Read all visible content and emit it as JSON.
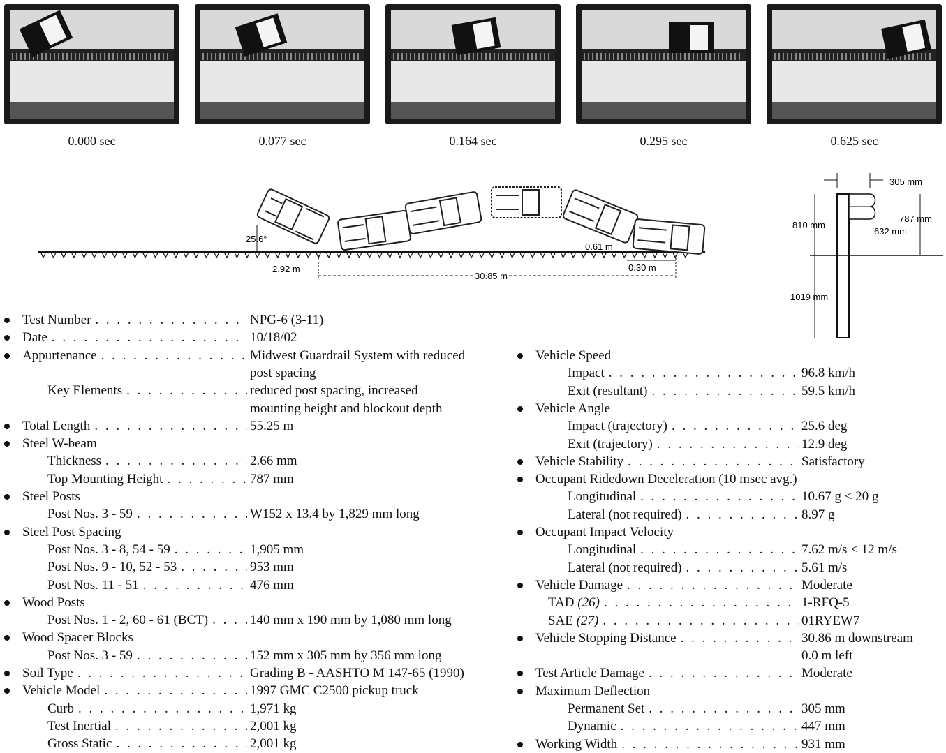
{
  "frames": [
    {
      "time": "0.000 sec",
      "angle": -25
    },
    {
      "time": "0.077 sec",
      "angle": -18
    },
    {
      "time": "0.164 sec",
      "angle": -10
    },
    {
      "time": "0.295 sec",
      "angle": 0
    },
    {
      "time": "0.625 sec",
      "angle": -12
    }
  ],
  "sequence": {
    "angle": "25.6°",
    "left_offset": "2.92 m",
    "length": "30.85 m",
    "lateral": "0.61 m",
    "exit_offset": "0.30 m"
  },
  "section": {
    "width": "305 mm",
    "height_total": "810 mm",
    "mount_height": "787 mm",
    "center_height": "632 mm",
    "embed": "1019 mm"
  },
  "left": [
    {
      "label": "Test Number",
      "value": "NPG-6 (3-11)",
      "bullet": true
    },
    {
      "label": "Date",
      "value": "10/18/02",
      "bullet": true
    },
    {
      "label": "Appurtenance",
      "value": "Midwest Guardrail System with reduced",
      "bullet": true
    },
    {
      "label": "",
      "value": "post spacing",
      "bullet": false
    },
    {
      "label": "Key Elements",
      "value": "reduced post spacing, increased",
      "bullet": false,
      "indent": true
    },
    {
      "label": "",
      "value": "mounting height and blockout depth",
      "bullet": false
    },
    {
      "label": "Total Length",
      "value": "55.25 m",
      "bullet": true
    },
    {
      "label": "Steel W-beam",
      "value": "",
      "bullet": true
    },
    {
      "label": "Thickness",
      "value": "2.66 mm",
      "bullet": false,
      "indent": true
    },
    {
      "label": "Top Mounting Height",
      "value": "787 mm",
      "bullet": false,
      "indent": true
    },
    {
      "label": "Steel Posts",
      "value": "",
      "bullet": true
    },
    {
      "label": "Post Nos. 3 - 59",
      "value": "W152 x 13.4 by 1,829 mm long",
      "bullet": false,
      "indent": true
    },
    {
      "label": "Steel Post Spacing",
      "value": "",
      "bullet": true
    },
    {
      "label": "Post Nos. 3 - 8, 54 - 59",
      "value": "1,905 mm",
      "bullet": false,
      "indent": true
    },
    {
      "label": "Post Nos. 9 - 10, 52 - 53",
      "value": "953 mm",
      "bullet": false,
      "indent": true
    },
    {
      "label": "Post Nos. 11 - 51",
      "value": "476 mm",
      "bullet": false,
      "indent": true
    },
    {
      "label": "Wood Posts",
      "value": "",
      "bullet": true
    },
    {
      "label": "Post Nos. 1 - 2, 60 - 61 (BCT)",
      "value": "140 mm x 190 mm by 1,080 mm long",
      "bullet": false,
      "indent": true
    },
    {
      "label": "Wood Spacer Blocks",
      "value": "",
      "bullet": true
    },
    {
      "label": "Post Nos. 3 - 59",
      "value": "152 mm x 305 mm by 356 mm long",
      "bullet": false,
      "indent": true
    },
    {
      "label": "Soil Type",
      "value": "Grading B - AASHTO M 147-65 (1990)",
      "bullet": true
    },
    {
      "label": "Vehicle Model",
      "value": "1997 GMC C2500 pickup truck",
      "bullet": true
    },
    {
      "label": "Curb",
      "value": "1,971 kg",
      "bullet": false,
      "indent": true
    },
    {
      "label": "Test Inertial",
      "value": "2,001 kg",
      "bullet": false,
      "indent": true
    },
    {
      "label": "Gross Static",
      "value": "2,001 kg",
      "bullet": false,
      "indent": true
    }
  ],
  "right": [
    {
      "label": "Vehicle Speed",
      "value": "",
      "bullet": true
    },
    {
      "label": "Impact",
      "value": "96.8 km/h",
      "indent": 2
    },
    {
      "label": "Exit (resultant)",
      "value": "59.5 km/h",
      "indent": 2
    },
    {
      "label": "Vehicle Angle",
      "value": "",
      "bullet": true
    },
    {
      "label": "Impact (trajectory)",
      "value": "25.6 deg",
      "indent": 2
    },
    {
      "label": "Exit (trajectory)",
      "value": "12.9 deg",
      "indent": 2
    },
    {
      "label": "Vehicle Stability",
      "value": "Satisfactory",
      "bullet": true
    },
    {
      "label": "Occupant Ridedown Deceleration (10 msec avg.)",
      "value": "",
      "bullet": true
    },
    {
      "label": "Longitudinal",
      "value": "10.67 g < 20 g",
      "indent": 2
    },
    {
      "label": "Lateral (not required)",
      "value": "8.97 g",
      "indent": 2
    },
    {
      "label": "Occupant Impact Velocity",
      "value": "",
      "bullet": true
    },
    {
      "label": "Longitudinal",
      "value": "7.62 m/s < 12 m/s",
      "indent": 2
    },
    {
      "label": "Lateral (not required)",
      "value": "5.61 m/s",
      "indent": 2
    },
    {
      "label": "Vehicle Damage",
      "value": "Moderate",
      "bullet": true
    },
    {
      "label": "TAD",
      "ref": "(26)",
      "value": "1-RFQ-5",
      "indent": 1
    },
    {
      "label": "SAE",
      "ref": "(27)",
      "value": "01RYEW7",
      "indent": 1
    },
    {
      "label": "Vehicle Stopping Distance",
      "value": "30.86 m downstream",
      "bullet": true
    },
    {
      "label": "",
      "value": "0.0 m left"
    },
    {
      "label": "Test Article Damage",
      "value": "Moderate",
      "bullet": true
    },
    {
      "label": "Maximum Deflection",
      "value": "",
      "bullet": true
    },
    {
      "label": "Permanent Set",
      "value": "305 mm",
      "indent": 2
    },
    {
      "label": "Dynamic",
      "value": "447 mm",
      "indent": 2
    },
    {
      "label": "Working Width",
      "value": "931 mm",
      "bullet": true
    }
  ]
}
